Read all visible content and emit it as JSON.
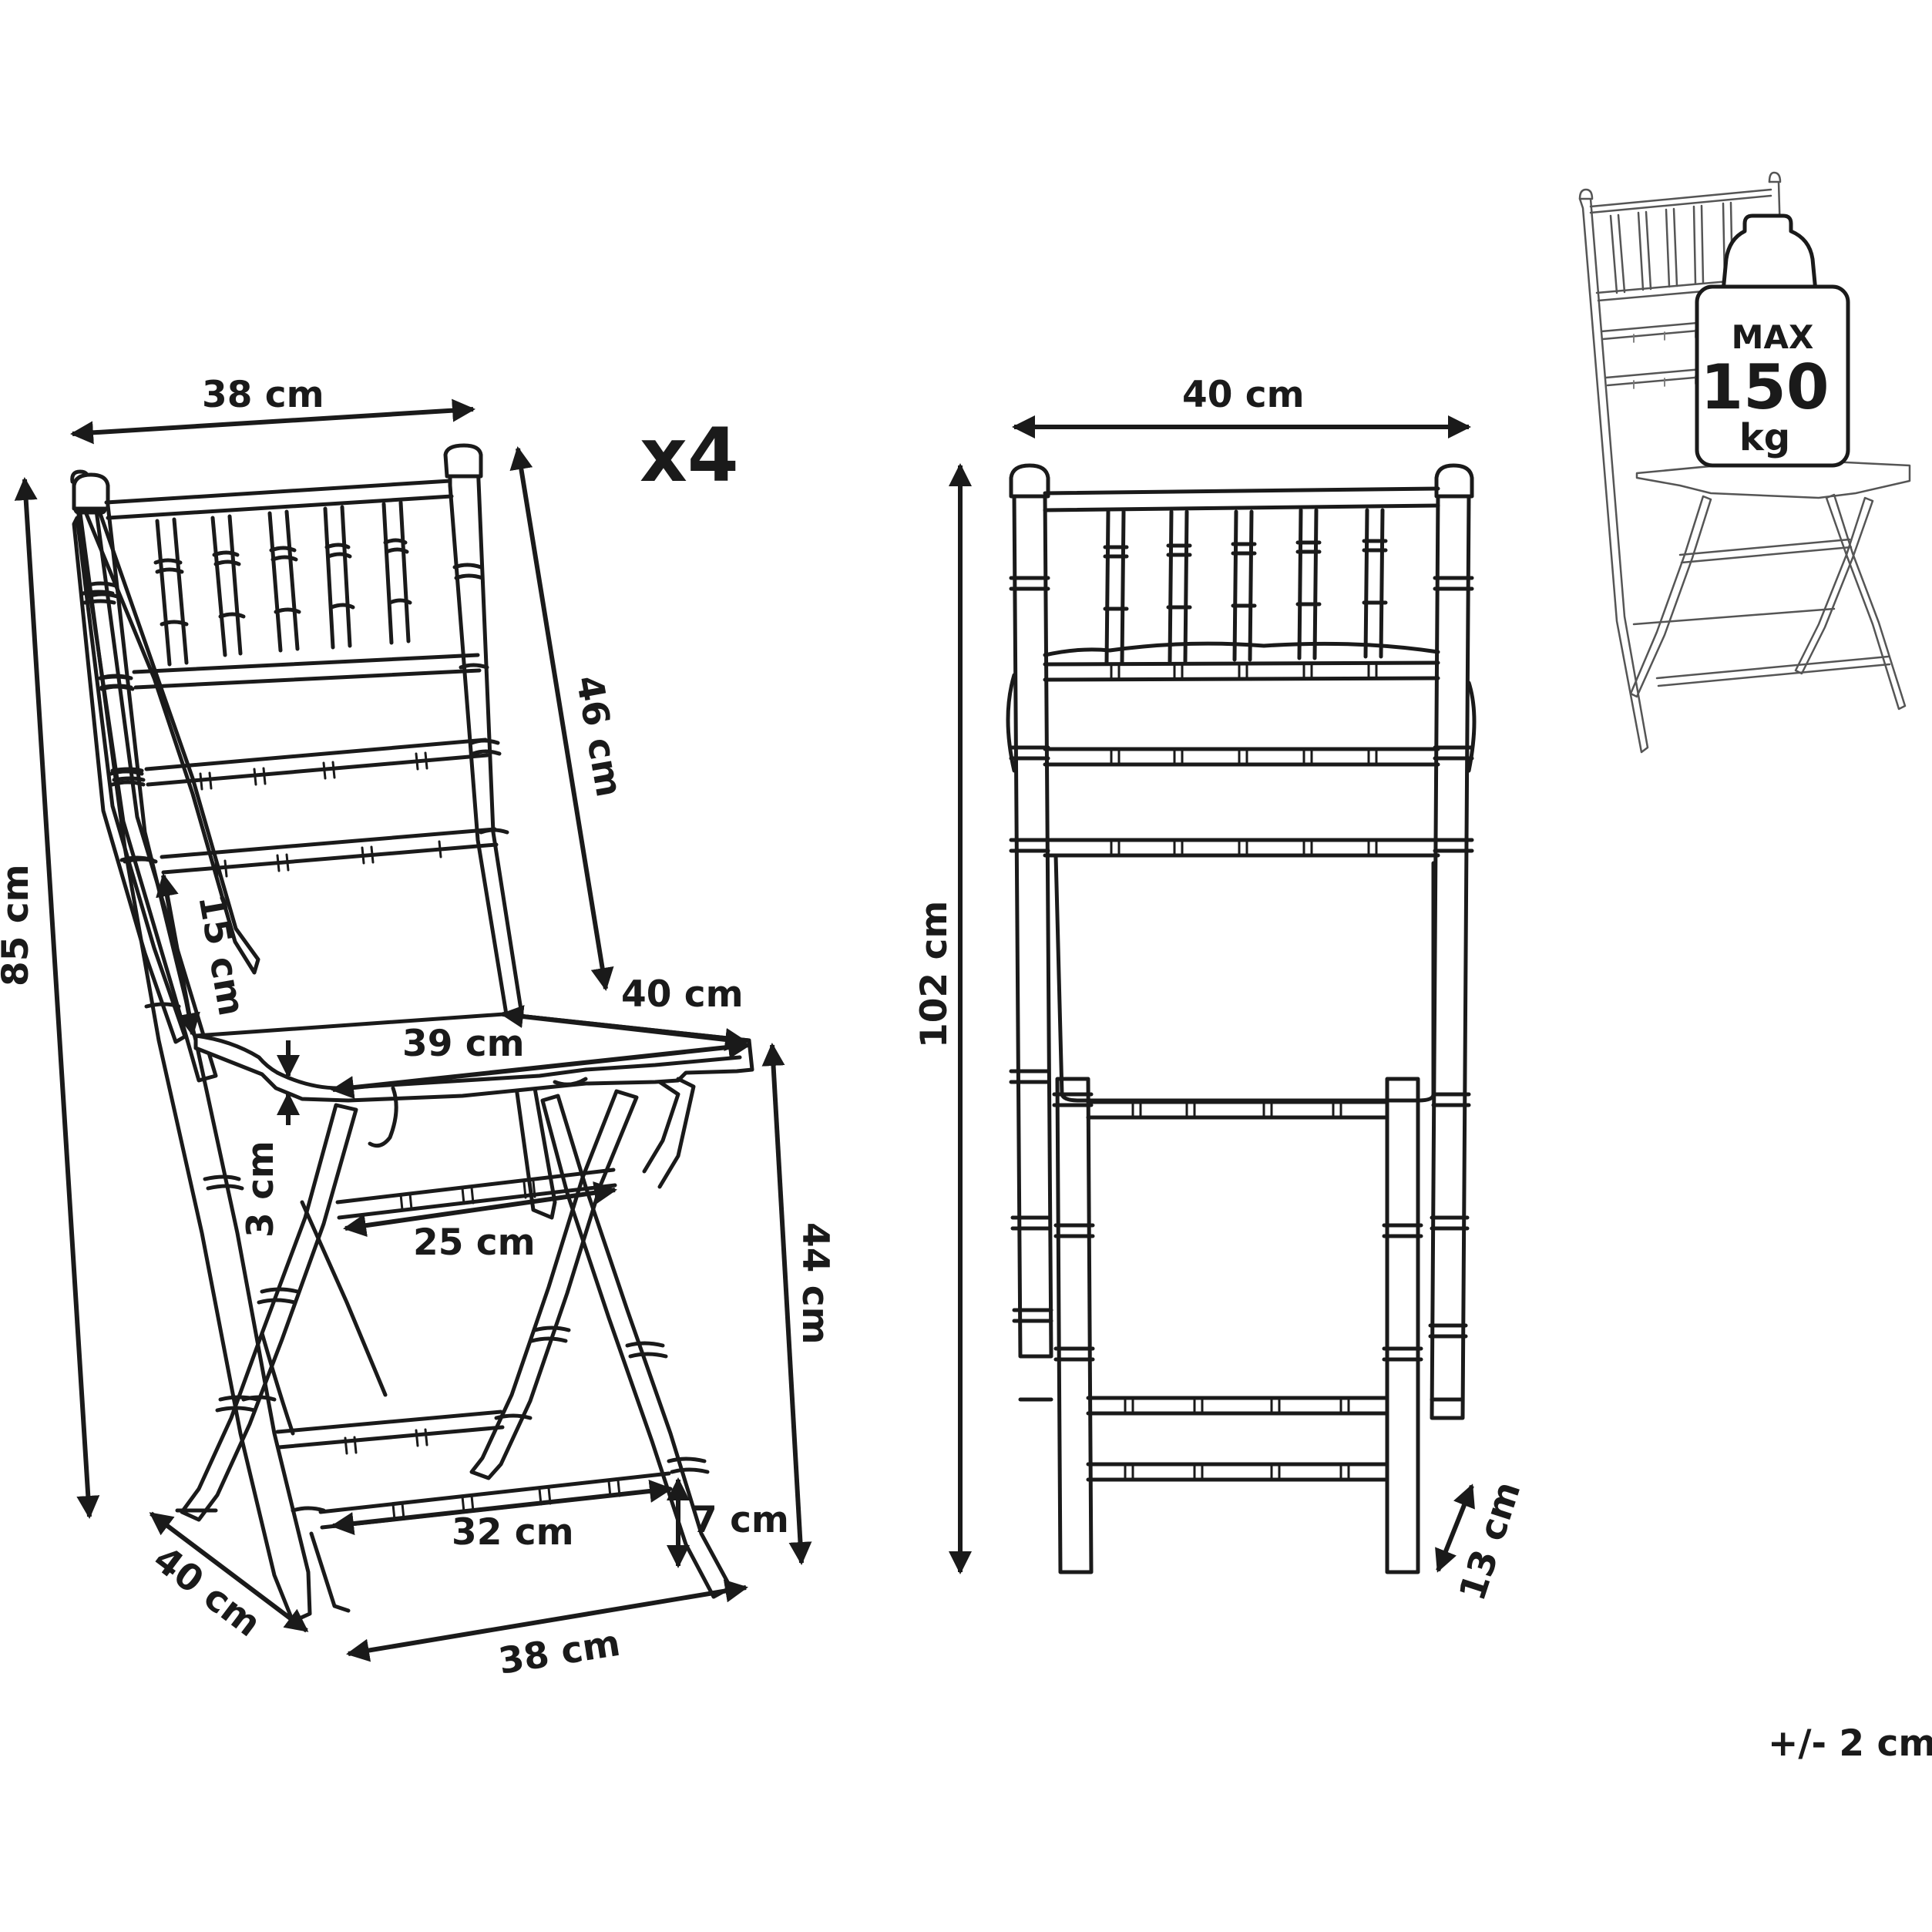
{
  "quantity_label": "x4",
  "tolerance_label": "+/- 2 cm",
  "capacity": {
    "line1": "MAX",
    "line2": "150",
    "line3": "kg"
  },
  "side_view": {
    "top_width": "38 cm",
    "backrest_height": "46 cm",
    "total_height": "85 cm",
    "back_to_seat_gap": "15 cm",
    "seat_depth": "40 cm",
    "seat_width": "39 cm",
    "seat_thickness": "3 cm",
    "seat_height": "44 cm",
    "upper_rung_width": "25 cm",
    "lower_rung_width": "32 cm",
    "foot_height": "7 cm",
    "base_depth": "40 cm",
    "base_width": "38 cm"
  },
  "folded_view": {
    "width": "40 cm",
    "height": "102 cm",
    "folded_depth": "13 cm"
  },
  "colors": {
    "line": "#1a1a1a",
    "background": "#ffffff"
  }
}
